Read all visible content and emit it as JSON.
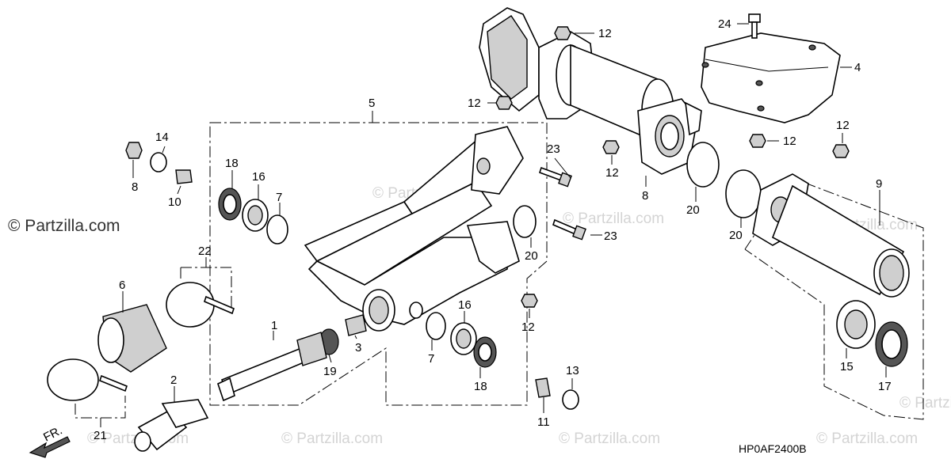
{
  "watermark": {
    "main_text": "© Partzilla.com",
    "faint_text": "© Partzilla.com"
  },
  "diagram_code": "HP0AF2400B",
  "front_indicator": "FR.",
  "callouts": {
    "c1": "1",
    "c2": "2",
    "c3": "3",
    "c4": "4",
    "c5": "5",
    "c6": "6",
    "c7a": "7",
    "c7b": "7",
    "c8a": "8",
    "c8b": "8",
    "c9": "9",
    "c10": "10",
    "c11": "11",
    "c12a": "12",
    "c12b": "12",
    "c12c": "12",
    "c12d": "12",
    "c12e": "12",
    "c12f": "12",
    "c13": "13",
    "c14": "14",
    "c15": "15",
    "c16a": "16",
    "c16b": "16",
    "c17": "17",
    "c18a": "18",
    "c18b": "18",
    "c19": "19",
    "c20a": "20",
    "c20b": "20",
    "c20c": "20",
    "c21": "21",
    "c22": "22",
    "c23a": "23",
    "c23b": "23",
    "c24": "24"
  },
  "colors": {
    "line": "#000000",
    "shade": "#cfcfcf",
    "watermark": "#d4d4d4"
  }
}
